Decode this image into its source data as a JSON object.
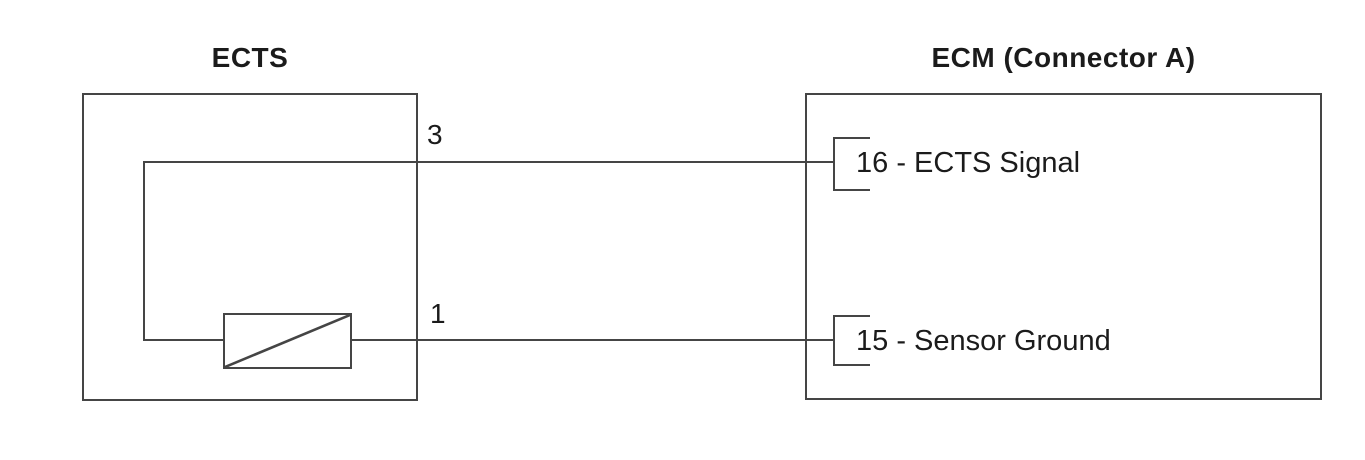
{
  "diagram": {
    "type": "wiring-diagram",
    "colors": {
      "line_color": "#454545",
      "text_color": "#1b1b1b",
      "bg_color": "#ffffff"
    },
    "ects": {
      "title": "ECTS",
      "component_symbol": "resistor",
      "pins": {
        "signal_number": "3",
        "ground_number": "1"
      }
    },
    "ecm": {
      "title": "ECM (Connector A)",
      "pins": {
        "signal_label": "16 - ECTS Signal",
        "ground_label": "15 - Sensor Ground"
      }
    },
    "connections": [
      {
        "from": "ECTS pin 3",
        "to": "ECM pin 16",
        "signal": "ECTS Signal"
      },
      {
        "from": "ECTS pin 1",
        "to": "ECM pin 15",
        "signal": "Sensor Ground"
      }
    ]
  }
}
